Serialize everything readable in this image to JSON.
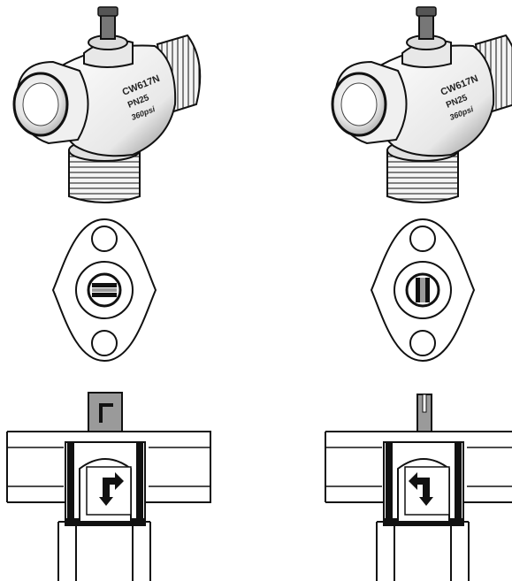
{
  "valves": [
    {
      "id": "left",
      "markings": {
        "material": "CW617N",
        "pressure": "PN25",
        "rating": "360psi"
      },
      "handle_orientation": "horizontal",
      "flow_arrow": "right-down"
    },
    {
      "id": "right",
      "markings": {
        "material": "CW617N",
        "pressure": "PN25",
        "rating": "360psi"
      },
      "handle_orientation": "vertical",
      "flow_arrow": "left-down"
    }
  ],
  "colors": {
    "line": "#000000",
    "shade": "#9a9a9a",
    "metal_light": "#f0f0f0",
    "metal_dark": "#555555"
  },
  "icons": [
    "valve-body",
    "mounting-flange",
    "stem-slot",
    "flow-arrow",
    "pipe-tee"
  ]
}
